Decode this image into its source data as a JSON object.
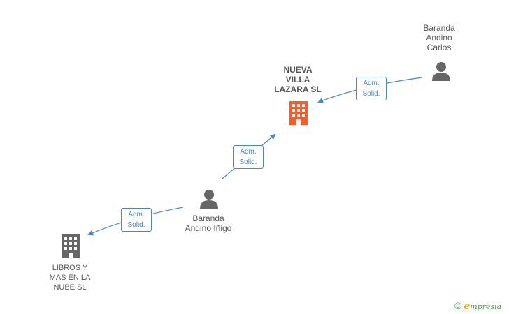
{
  "nodes": {
    "company_main": {
      "label": "NUEVA\nVILLA\nLAZARA SL",
      "color": "#ff5a2b"
    },
    "person_carlos": {
      "label": "Baranda\nAndino\nCarlos",
      "color": "#666666"
    },
    "person_inigo": {
      "label": "Baranda\nAndino Iñigo",
      "color": "#666666"
    },
    "company_libros": {
      "label": "LIBROS Y\nMAS EN LA\nNUBE SL",
      "color": "#666666"
    }
  },
  "edges": {
    "carlos_to_main": {
      "line1": "Adm.",
      "line2": "Solid."
    },
    "inigo_to_main": {
      "line1": "Adm.",
      "line2": "Solid."
    },
    "inigo_to_libros": {
      "line1": "Adm.",
      "line2": "Solid."
    }
  },
  "edge_color": "#4a86c8",
  "brand": {
    "copyright": "©",
    "initial": "e",
    "name": "mpresia"
  }
}
